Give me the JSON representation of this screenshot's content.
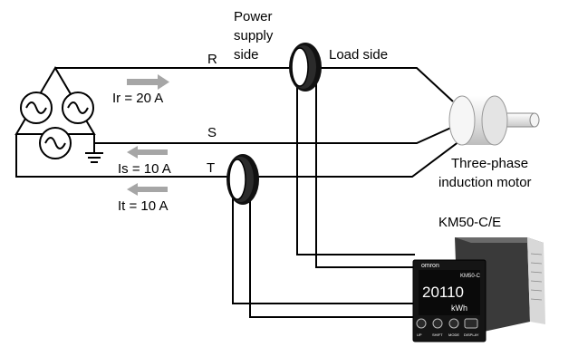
{
  "labels": {
    "power_supply_line1": "Power",
    "power_supply_line2": "supply",
    "power_supply_line3": "side",
    "load_side": "Load side",
    "phase_r": "R",
    "phase_s": "S",
    "phase_t": "T",
    "current_r": "Ir = 20 A",
    "current_s": "Is = 10 A",
    "current_t": "It = 10 A",
    "motor_line1": "Three-phase",
    "motor_line2": "induction motor",
    "device_model": "KM50-C/E"
  },
  "device": {
    "brand": "omron",
    "panel_model": "KM50-C",
    "display_top": "20110",
    "display_bottom": "kWh",
    "key_labels": [
      "UP",
      "SHIFT",
      "MODE",
      "DISPLAY"
    ]
  },
  "colors": {
    "arrow": "#a6a6a6",
    "line": "#000000",
    "device_body": "#1a1a1a",
    "motor_body": "#e6e6e6"
  }
}
